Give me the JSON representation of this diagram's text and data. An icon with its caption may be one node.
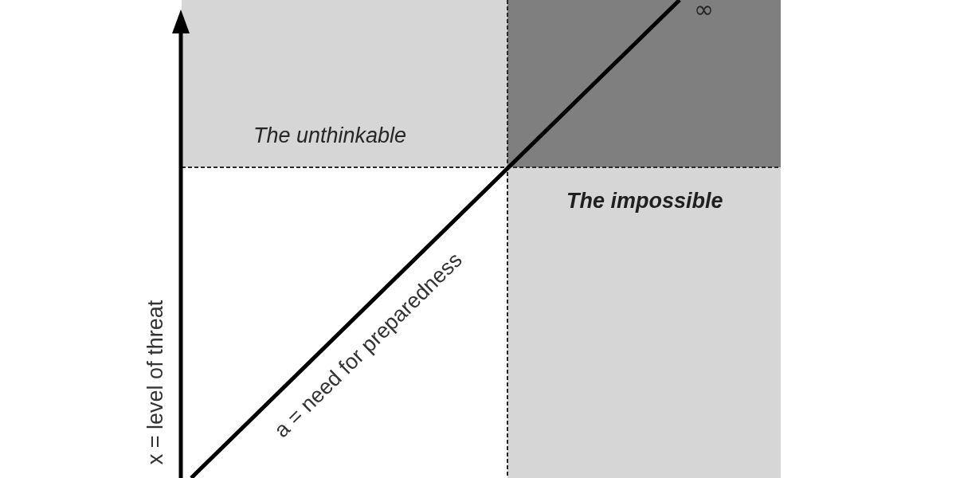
{
  "diagram": {
    "nodes": [
      {
        "text": [
          "The unthinkable"
        ]
      },
      {
        "text": [
          "∞"
        ]
      },
      {
        "text": [
          "The impossible"
        ]
      }
    ],
    "labels": [
      "a = need for preparedness",
      "x = level of threat"
    ]
  }
}
